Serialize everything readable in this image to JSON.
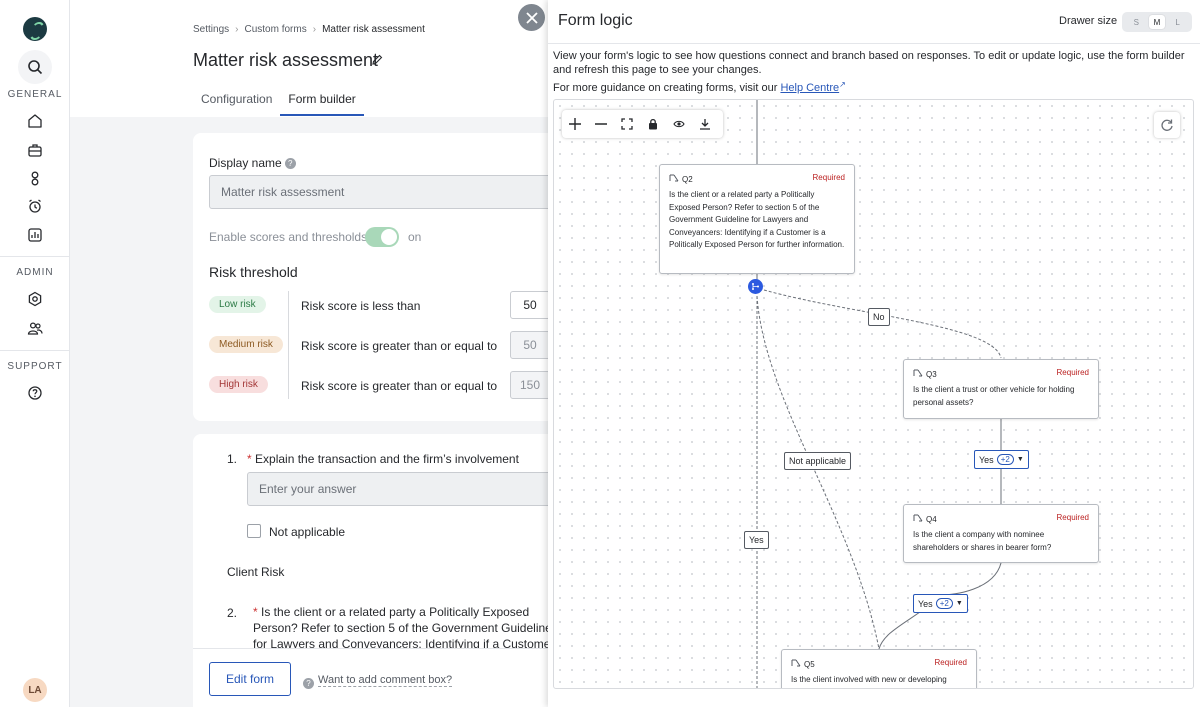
{
  "sidebar": {
    "general_label": "GENERAL",
    "admin_label": "ADMIN",
    "support_label": "SUPPORT",
    "avatar_initials": "LA"
  },
  "breadcrumb": {
    "items": [
      "Settings",
      "Custom forms",
      "Matter risk assessment"
    ]
  },
  "page": {
    "title": "Matter risk assessment",
    "tabs": [
      {
        "label": "Configuration",
        "active": false
      },
      {
        "label": "Form builder",
        "active": true
      }
    ]
  },
  "form": {
    "display_name_label": "Display name",
    "display_name_value": "Matter risk assessment",
    "scores_label": "Enable scores and thresholds",
    "scores_state": "on",
    "risk_threshold_title": "Risk threshold",
    "thresholds": [
      {
        "badge": "Low risk",
        "rule": "Risk score is less than",
        "value": "50"
      },
      {
        "badge": "Medium risk",
        "rule": "Risk score is greater than or equal to",
        "value": "50"
      },
      {
        "badge": "High risk",
        "rule": "Risk score is greater than or equal to",
        "value": "150"
      }
    ],
    "q1_number": "1.",
    "q1_text": "Explain the transaction and the firm’s involvement",
    "q1_placeholder": "Enter your answer",
    "not_applicable_label": "Not applicable",
    "section_label": "Client Risk",
    "q2_number": "2.",
    "q2_text": "Is the client or a related party a Politically Exposed Person? Refer to section 5 of the Government Guideline for Lawyers and Conveyancers: Identifying if a Customer is a Politically Exposed Person for further information.",
    "edit_button": "Edit form",
    "comment_link": "Want to add comment box?"
  },
  "drawer": {
    "title": "Form logic",
    "size_label": "Drawer size",
    "sizes": [
      "S",
      "M",
      "L"
    ],
    "selected_size": "M",
    "description": "View your form's logic to see how questions connect and branch based on responses. To edit or update logic, use the form builder and refresh this page to see your changes.",
    "guidance_prefix": "For more guidance on creating forms, visit our",
    "help_link": "Help Centre"
  },
  "flow": {
    "nodes": [
      {
        "id": "Q2",
        "required": "Required",
        "text": "Is the client or a related party a Politically Exposed Person? Refer to section 5 of the Government Guideline for Lawyers and Conveyancers: Identifying if a Customer is a Politically Exposed Person for further information."
      },
      {
        "id": "Q3",
        "required": "Required",
        "text": "Is the client a trust or other vehicle for holding personal assets?"
      },
      {
        "id": "Q4",
        "required": "Required",
        "text": "Is the client a company with nominee shareholders or shares in bearer form?"
      },
      {
        "id": "Q5",
        "required": "Required",
        "text": "Is the client involved with new or developing"
      }
    ],
    "edge_labels": {
      "no": "No",
      "not_applicable": "Not applicable",
      "yes": "Yes",
      "yes_more_1": "Yes",
      "yes_more_1_count": "+2",
      "yes_more_2": "Yes",
      "yes_more_2_count": "+2"
    }
  },
  "colors": {
    "accent": "#2857b8",
    "required": "#b22222",
    "toggle_on": "#a9d8b9"
  }
}
